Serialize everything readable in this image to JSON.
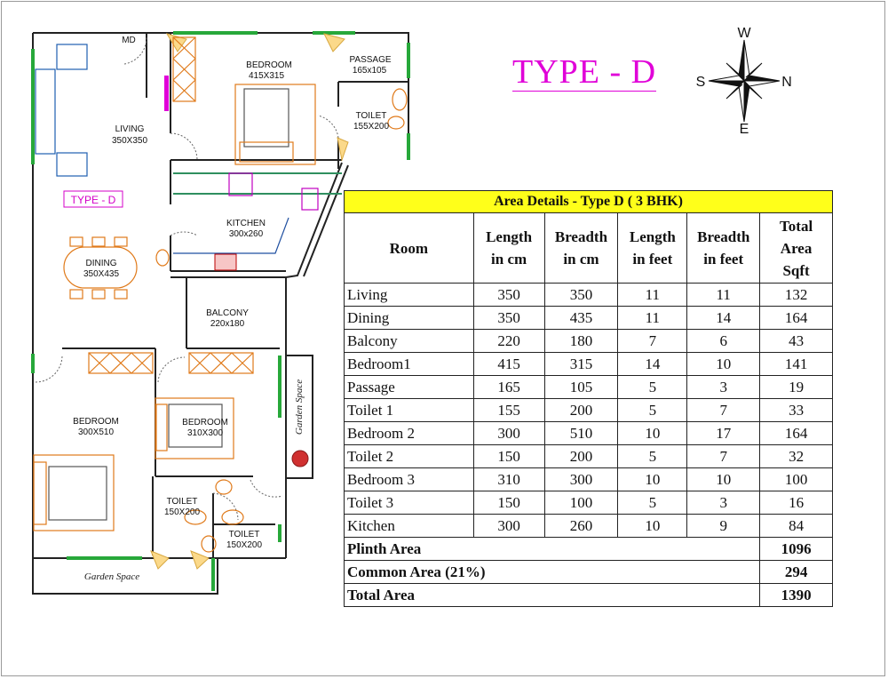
{
  "page_title": "TYPE - D",
  "compass": {
    "top": "W",
    "bottom": "E",
    "left": "S",
    "right": "N"
  },
  "plan": {
    "type_tag": "TYPE - D",
    "rooms": {
      "md": "MD",
      "living_name": "LIVING",
      "living_size": "350X350",
      "bedroom1_name": "BEDROOM",
      "bedroom1_size": "415X315",
      "passage_name": "PASSAGE",
      "passage_size": "165x105",
      "toilet1_name": "TOILET",
      "toilet1_size": "155X200",
      "kitchen_name": "KITCHEN",
      "kitchen_size": "300x260",
      "dining_name": "DINING",
      "dining_size": "350X435",
      "balcony_name": "BALCONY",
      "balcony_size": "220x180",
      "bedroom2_name": "BEDROOM",
      "bedroom2_size": "300X510",
      "bedroom3_name": "BEDROOM",
      "bedroom3_size": "310X300",
      "toilet2_name": "TOILET",
      "toilet2_size": "150X200",
      "toilet3_name": "TOILET",
      "toilet3_size": "150X200"
    },
    "garden_bottom": "Garden Space",
    "garden_side": "Garden Space"
  },
  "table": {
    "caption": "Area Details - Type D ( 3 BHK)",
    "headers": {
      "room": "Room",
      "length_cm_1": "Length",
      "length_cm_2": "in cm",
      "breadth_cm_1": "Breadth",
      "breadth_cm_2": "in cm",
      "length_ft_1": "Length",
      "length_ft_2": "in feet",
      "breadth_ft_1": "Breadth",
      "breadth_ft_2": "in feet",
      "total_1": "Total",
      "total_2": "Area",
      "total_3": "Sqft"
    },
    "rows": [
      [
        "Living",
        "350",
        "350",
        "11",
        "11",
        "132"
      ],
      [
        "Dining",
        "350",
        "435",
        "11",
        "14",
        "164"
      ],
      [
        "Balcony",
        "220",
        "180",
        "7",
        "6",
        "43"
      ],
      [
        "Bedroom1",
        "415",
        "315",
        "14",
        "10",
        "141"
      ],
      [
        "Passage",
        "165",
        "105",
        "5",
        "3",
        "19"
      ],
      [
        "Toilet 1",
        "155",
        "200",
        "5",
        "7",
        "33"
      ],
      [
        "Bedroom 2",
        "300",
        "510",
        "10",
        "17",
        "164"
      ],
      [
        "Toilet 2",
        "150",
        "200",
        "5",
        "7",
        "32"
      ],
      [
        "Bedroom 3",
        "310",
        "300",
        "10",
        "10",
        "100"
      ],
      [
        "Toilet 3",
        "150",
        "100",
        "5",
        "3",
        "16"
      ],
      [
        "Kitchen",
        "300",
        "260",
        "10",
        "9",
        "84"
      ]
    ],
    "plinth_label": "Plinth Area",
    "plinth_value": "1096",
    "common_label": "Common Area (21%)",
    "common_value": "294",
    "total_label": "Total Area",
    "total_value": "1390"
  },
  "colors": {
    "accent": "#e000d8",
    "caption_bg": "#ffff1a",
    "window": "#2ca02c",
    "furniture": "#e07a1a"
  }
}
